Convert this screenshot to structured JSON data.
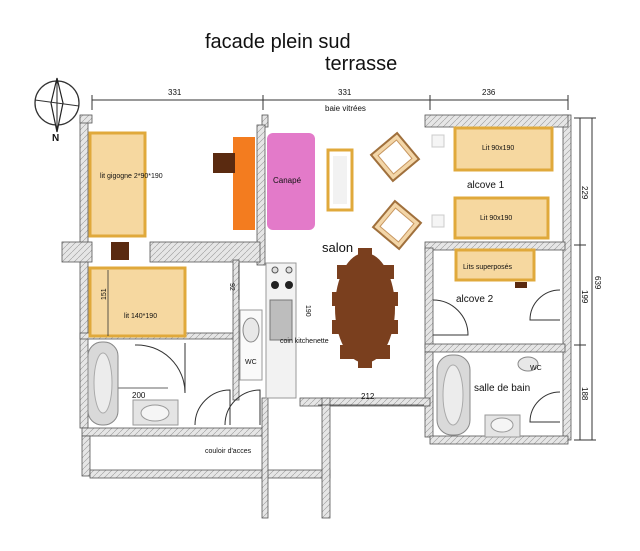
{
  "titles": {
    "facade": "facade plein sud",
    "terrace": "terrasse"
  },
  "compass": {
    "north": "N"
  },
  "dimensions": {
    "top_left": "331",
    "top_middle": "331",
    "top_right": "236",
    "right_upper": "229",
    "right_middle": "199",
    "right_lower": "188",
    "right_total": "639",
    "bath_width": "200",
    "bed_length": "151",
    "kitchen_depth": "92",
    "kitchen_length": "190",
    "hall_width": "212"
  },
  "labels": {
    "window": "baie vitrées",
    "bunk_bed": "lit gigogne 2*90*190",
    "double_bed": "lit 140*190",
    "sofa": "Canapé",
    "living_room": "salon",
    "alcove1": "alcove 1",
    "alcove2": "alcove 2",
    "bed_a": "Lit 90x190",
    "bed_b": "Lit 90x190",
    "bunks": "Lits superposés",
    "kitchenette": "coin kitchenette",
    "wc_left": "WC",
    "wc_right": "WC",
    "bathroom": "salle de bain",
    "corridor": "couloir d'acces"
  },
  "colors": {
    "wall": "#e6e6e6",
    "bed_fill": "#f6d8a0",
    "bed_border": "#e0a93b",
    "sofa": "#e37ac9",
    "desk": "#f37c1f",
    "table": "#7a3f1e"
  }
}
